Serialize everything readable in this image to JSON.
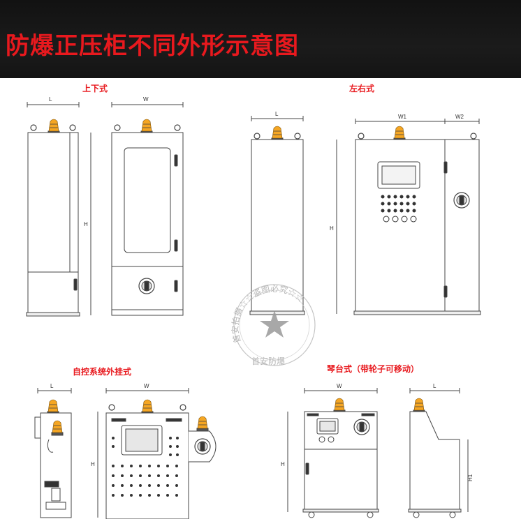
{
  "header": {
    "title": "防爆正压柜不同外形示意图"
  },
  "sections": {
    "top_bottom": "上下式",
    "left_right": "左右式",
    "external": "自控系统外挂式",
    "piano": "琴台式（带轮子可移动）"
  },
  "dimensions": {
    "L": "L",
    "W": "W",
    "H": "H",
    "W1": "W1",
    "W2": "W2",
    "H1": "H1"
  },
  "watermark": {
    "ring_text": "首安拍摄☆☆盗图必究☆☆",
    "bottom_text": "首安防爆"
  },
  "colors": {
    "title": "#e8191e",
    "header_bg": "#161616",
    "line": "#444444"
  }
}
